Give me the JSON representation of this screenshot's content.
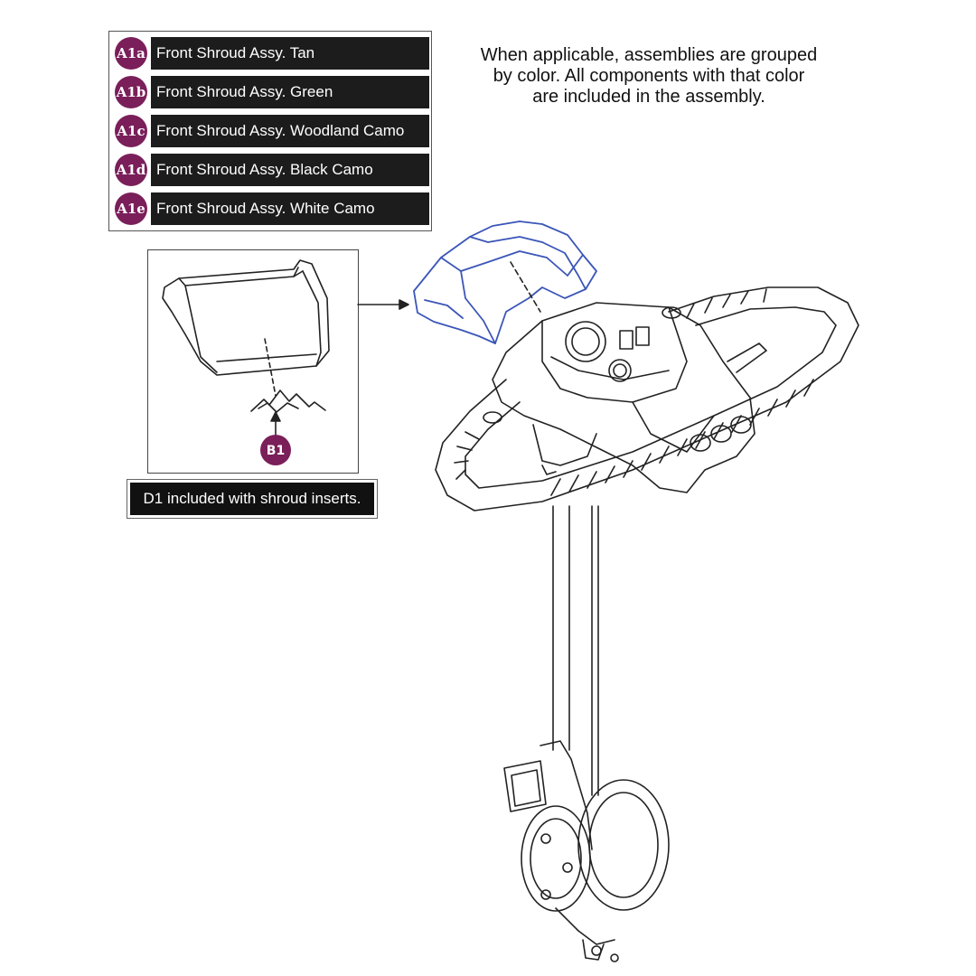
{
  "legend": {
    "items": [
      {
        "code": "A1a",
        "label": "Front Shroud Assy. Tan"
      },
      {
        "code": "A1b",
        "label": "Front Shroud Assy. Green"
      },
      {
        "code": "A1c",
        "label": "Front Shroud Assy. Woodland Camo"
      },
      {
        "code": "A1d",
        "label": "Front Shroud Assy. Black Camo"
      },
      {
        "code": "A1e",
        "label": "Front Shroud Assy. White Camo"
      }
    ]
  },
  "note": {
    "line1": "When applicable, assemblies are grouped",
    "line2": "by color. All components with that color",
    "line3": "are included in the assembly."
  },
  "inset": {
    "callout": "B1",
    "included_note": "D1 included with shroud inserts."
  },
  "colors": {
    "badge": "#7a1f5a",
    "highlight": "#3b55b8",
    "label_bg": "#1c1c1c"
  }
}
